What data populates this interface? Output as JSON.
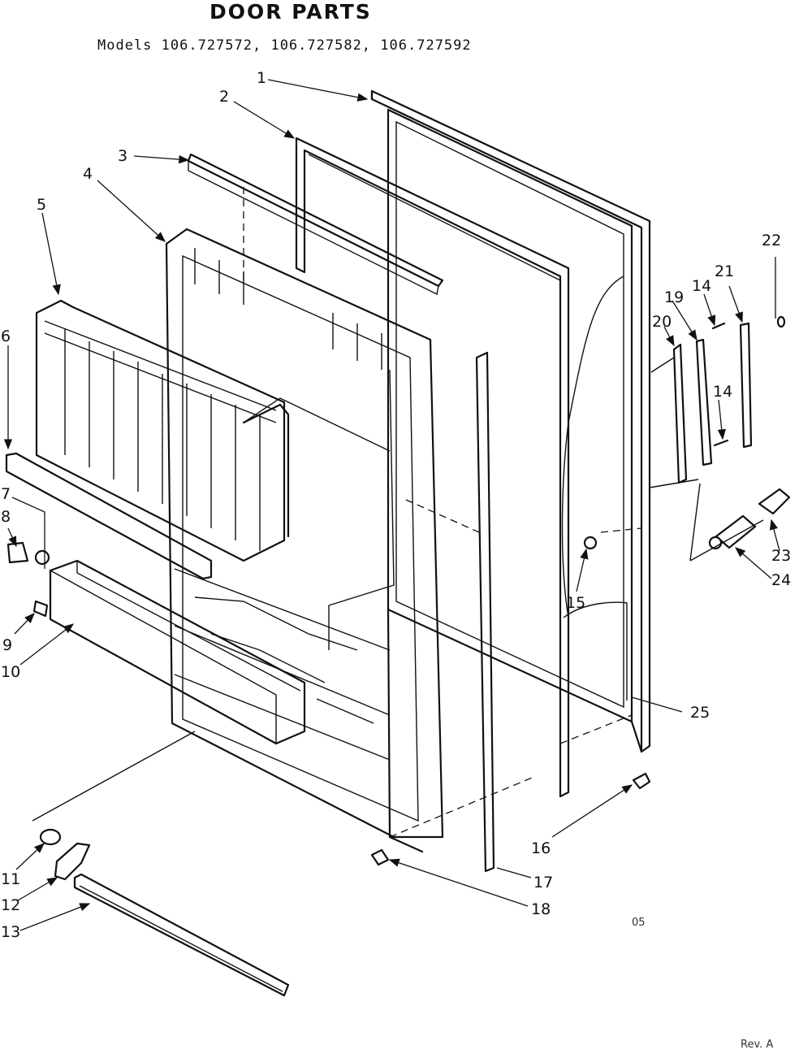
{
  "header": {
    "title": "DOOR PARTS",
    "models": "Models 106.727572, 106.727582, 106.727592"
  },
  "notes": {
    "code": "05",
    "revision": "Rev. A"
  },
  "callouts": [
    "1",
    "2",
    "3",
    "4",
    "5",
    "6",
    "7",
    "8",
    "9",
    "10",
    "11",
    "12",
    "13",
    "14",
    "14",
    "15",
    "16",
    "17",
    "18",
    "19",
    "20",
    "21",
    "22",
    "23",
    "24",
    "25"
  ]
}
